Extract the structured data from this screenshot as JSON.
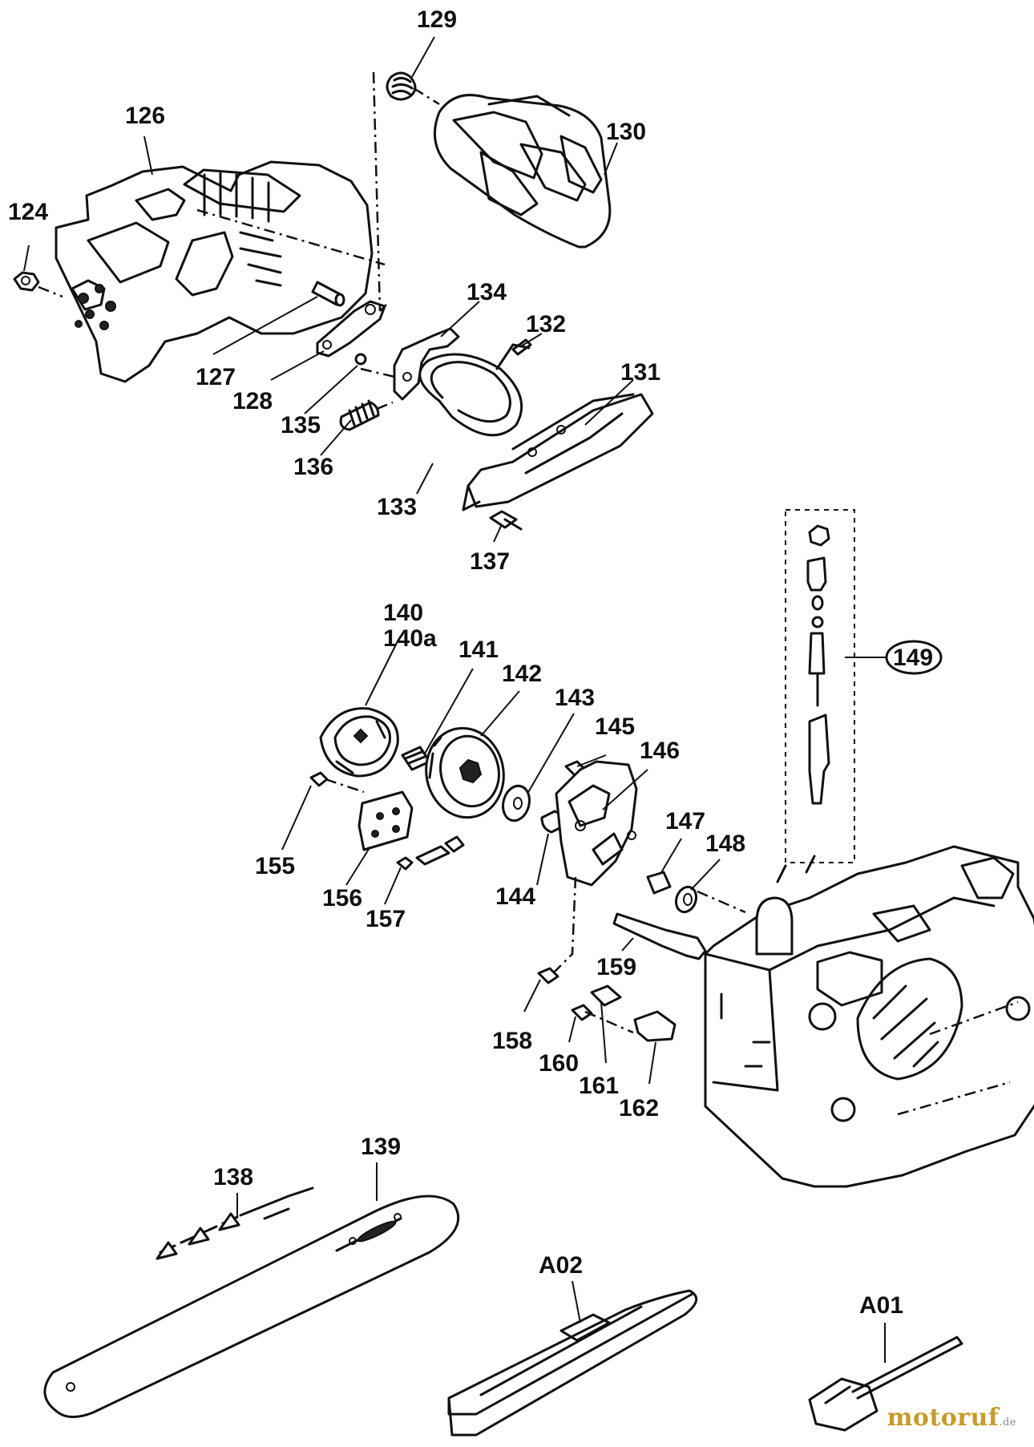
{
  "diagram": {
    "part_labels": [
      "124",
      "126",
      "127",
      "128",
      "129",
      "130",
      "131",
      "132",
      "133",
      "134",
      "135",
      "136",
      "137",
      "138",
      "139",
      "140",
      "140a",
      "141",
      "142",
      "143",
      "144",
      "145",
      "146",
      "147",
      "148",
      "149",
      "155",
      "156",
      "157",
      "158",
      "159",
      "160",
      "161",
      "162",
      "A01",
      "A02"
    ],
    "watermark": {
      "name": "motoruf",
      "tld": ".de"
    }
  }
}
